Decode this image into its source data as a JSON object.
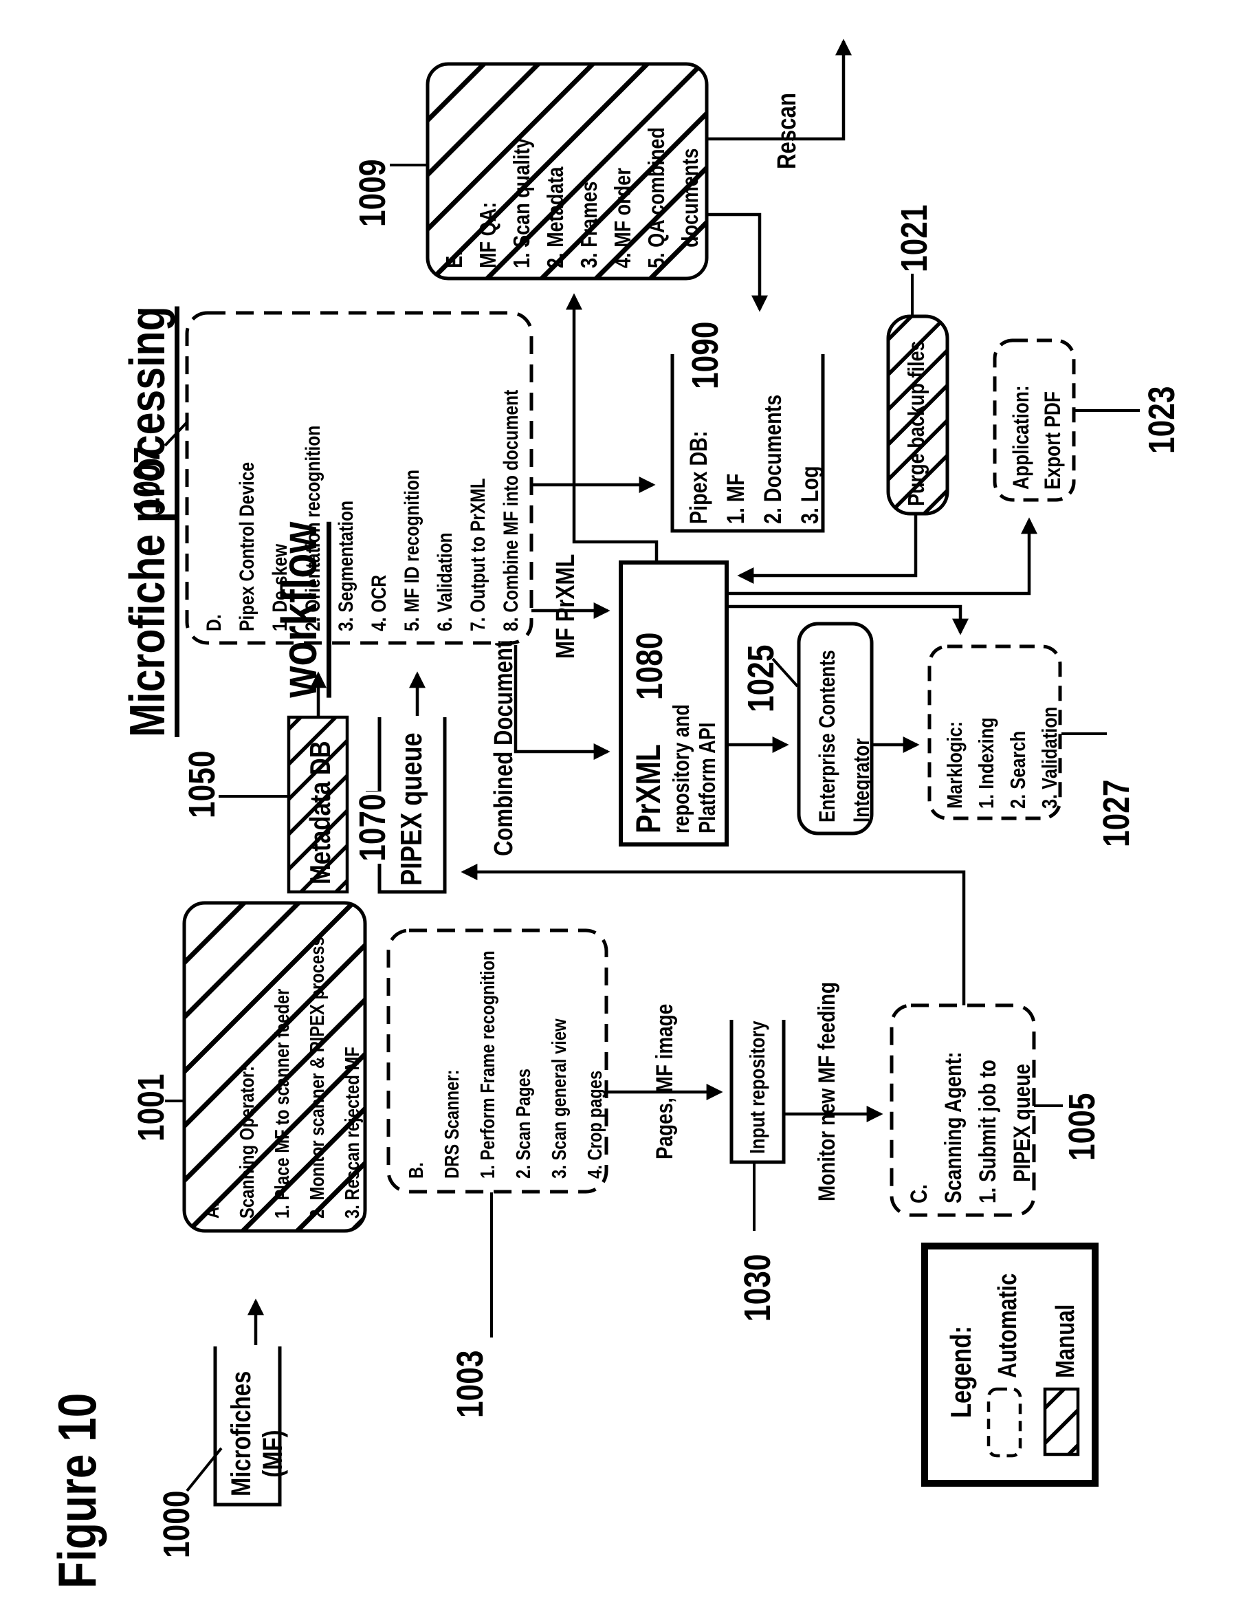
{
  "figure": {
    "label": "Figure 10",
    "title_line1": "Microfiche processing",
    "title_line2": "workflow"
  },
  "nodes": {
    "microfiches": {
      "ref": "1000",
      "text": "Microfiches\n   (MF)",
      "style": "open-box"
    },
    "scanning_operator": {
      "ref": "1001",
      "text": "A.\nScanning Operator:\n1. Place MF to scanner feeder\n2. Monitor scanner & PIPEX process\n3. Rescan rejected MF",
      "style": "manual-hatched"
    },
    "drs_scanner": {
      "ref": "1003",
      "text": "B.\nDRS Scanner:\n1. Perform Frame recognition\n2. Scan Pages\n3. Scan general view\n4. Crop pages",
      "style": "automatic-dashed"
    },
    "input_repository": {
      "ref": "1030",
      "text": "Input repository",
      "style": "open-box"
    },
    "scanning_agent": {
      "ref": "1005",
      "text": "C.\nScanning Agent:\n1. Submit job to\n    PIPEX queue",
      "style": "automatic-dashed"
    },
    "metadata_db": {
      "ref": "1050",
      "text": "Metadata DB",
      "style": "manual-hatched"
    },
    "pipex_queue": {
      "ref": "1070",
      "text": "PIPEX queue",
      "style": "open-box"
    },
    "pipex_control": {
      "ref": "1007",
      "text": "D.\nPipex Control Device\n1. De-skew\n2. Orientation recognition\n3. Segmentation\n4. OCR\n5. MF ID recognition\n6. Validation\n7. Output to PrXML\n8. Combine MF into document",
      "style": "automatic-dashed"
    },
    "mf_qa": {
      "ref": "1009",
      "text": "E.\nMF QA:\n1. Scan quality\n2. Metadata\n3. Frames\n4. MF order\n5. QA combined\n    documents",
      "style": "manual-hatched"
    },
    "pipex_db": {
      "ref": "1090",
      "text": "Pipex DB:\n1. MF\n2. Documents\n3. Log",
      "style": "open-box"
    },
    "prxml_repository": {
      "ref": "1080",
      "text_main": "PrXML",
      "text_sub": "repository and\nPlatform API",
      "style": "solid"
    },
    "enterprise_contents_integrator": {
      "ref": "1025",
      "text": "Enterprise Contents\nIntegrator",
      "style": "solid-rounded"
    },
    "marklogic": {
      "ref": "1027",
      "text": "Marklogic:\n1. Indexing\n2. Search\n3. Validation",
      "style": "automatic-dashed"
    },
    "purge_backup": {
      "ref": "1021",
      "text": "Purge backup files",
      "style": "manual-hatched"
    },
    "export_pdf": {
      "ref": "1023",
      "text": "Application:\nExport PDF",
      "style": "automatic-dashed"
    }
  },
  "edges": {
    "rescan": "Rescan",
    "mf_prxml": "MF PrXML",
    "combined_document": "Combined Document",
    "pages_mf_image": "Pages, MF image",
    "monitor_feeding": "Monitor new MF feeding"
  },
  "legend": {
    "title": "Legend:",
    "automatic": "Automatic",
    "manual": "Manual"
  },
  "colors": {
    "ink": "#000000",
    "paper": "#ffffff"
  }
}
